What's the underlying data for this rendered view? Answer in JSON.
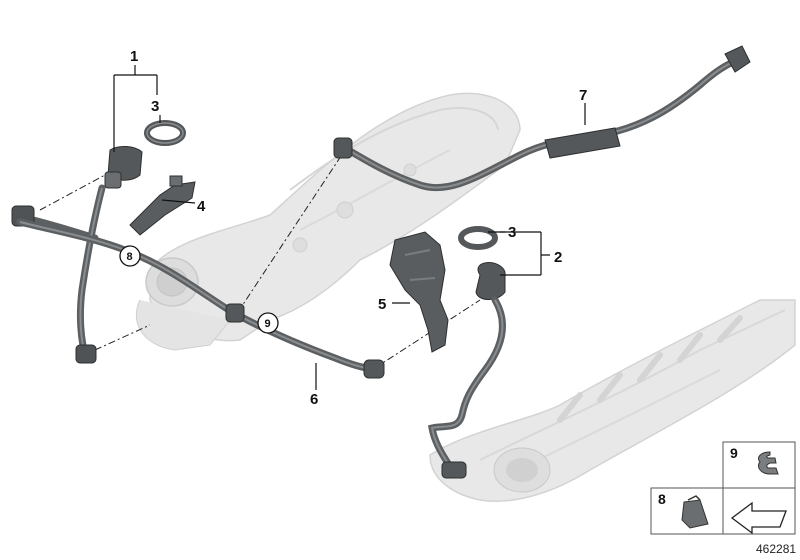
{
  "colors": {
    "background": "#ffffff",
    "ghost_part": "#e6e6e6",
    "ghost_edge": "#d2d2d2",
    "hose": "#5d6062",
    "hose_highlight": "#8a8d8f",
    "line": "#111111"
  },
  "callouts": {
    "c1": "1",
    "c2": "2",
    "c3a": "3",
    "c3b": "3",
    "c4": "4",
    "c5": "5",
    "c6": "6",
    "c7": "7"
  },
  "circled": {
    "c8": "8",
    "c9": "9"
  },
  "legend": {
    "item9": "9",
    "item8": "8"
  },
  "diagram_id": "462281"
}
